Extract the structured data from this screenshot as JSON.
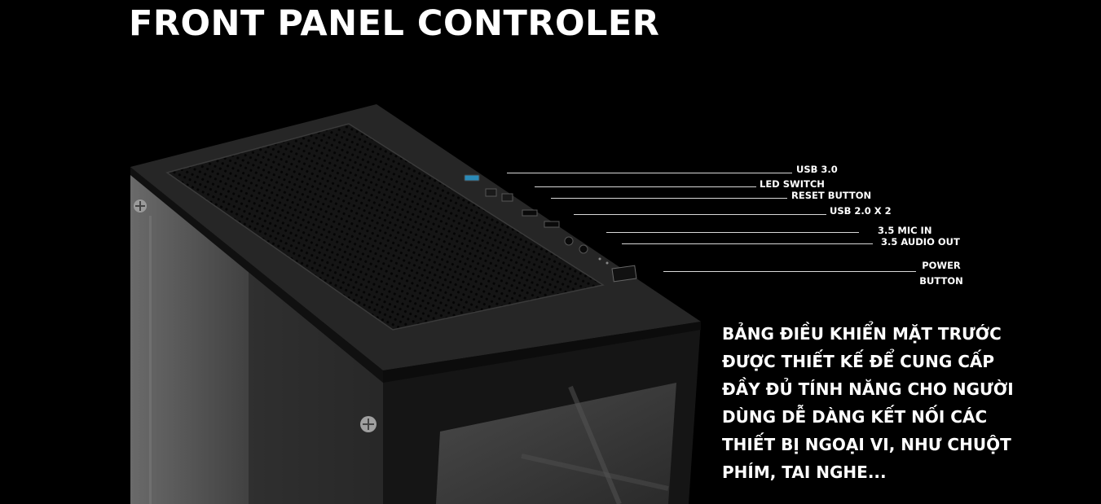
{
  "title": "FRONT PANEL CONTROLER",
  "product_image": {
    "subject": "black PC case with mesh top panel and tempered glass side",
    "colors": {
      "background": "#000000",
      "case_body": "#1c1c1c",
      "mesh": "#0e0e0e",
      "glass": "#5a5a5a"
    }
  },
  "callouts": {
    "usb30": "USB 3.0",
    "led_switch": "LED SWITCH",
    "reset_button": "RESET BUTTON",
    "usb20": "USB 2.0 X 2",
    "mic_in": "3.5 MIC IN",
    "audio_out": "3.5 AUDIO OUT",
    "power_line1": "POWER",
    "power_line2": "BUTTON"
  },
  "description": {
    "lines": [
      "BẢNG ĐIỀU KHIỂN MẶT TRƯỚC",
      "ĐƯỢC THIẾT KẾ ĐỂ CUNG CẤP",
      "ĐẦY ĐỦ TÍNH NĂNG CHO NGƯỜI",
      "DÙNG DỄ DÀNG KẾT NỐI CÁC",
      "THIẾT BỊ NGOẠI VI, NHƯ CHUỘT",
      "PHÍM, TAI NGHE..."
    ]
  }
}
